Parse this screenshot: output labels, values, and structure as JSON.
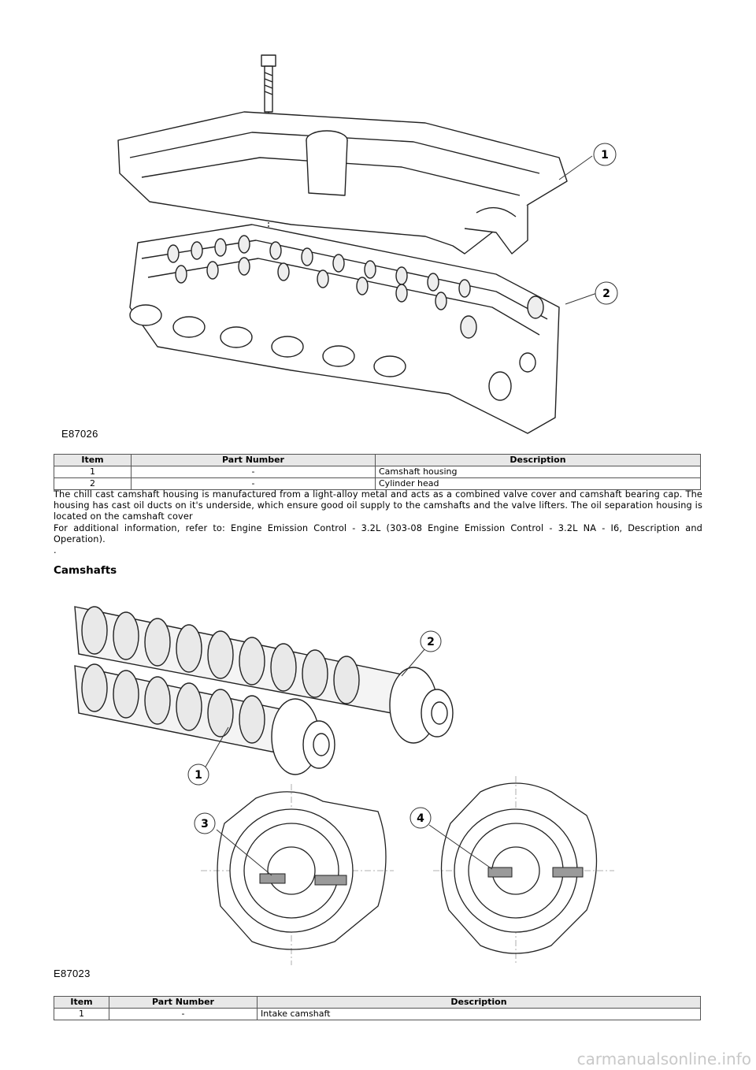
{
  "figure1": {
    "id": "E87026",
    "callouts": [
      "1",
      "2"
    ]
  },
  "table1": {
    "headers": [
      "Item",
      "Part Number",
      "Description"
    ],
    "rows": [
      [
        "1",
        "-",
        "Camshaft housing"
      ],
      [
        "2",
        "-",
        "Cylinder head"
      ]
    ]
  },
  "body": {
    "p1": "The chill cast camshaft housing is manufactured from a light-alloy metal and acts as a combined valve cover and camshaft bearing cap. The housing has cast oil ducts on it's underside, which ensure good oil supply to the camshafts and the valve lifters. The oil separation housing is located on the camshaft cover",
    "p2": "For additional information, refer to: Engine Emission Control - 3.2L (303-08 Engine Emission Control - 3.2L NA - I6, Description and Operation).",
    "p3": "."
  },
  "section_heading": "Camshafts",
  "figure2": {
    "id": "E87023",
    "callouts": [
      "1",
      "2",
      "3",
      "4"
    ]
  },
  "table2": {
    "headers": [
      "Item",
      "Part Number",
      "Description"
    ],
    "rows": [
      [
        "1",
        "-",
        "Intake camshaft"
      ]
    ]
  },
  "watermark": "carmanualsonline.info"
}
